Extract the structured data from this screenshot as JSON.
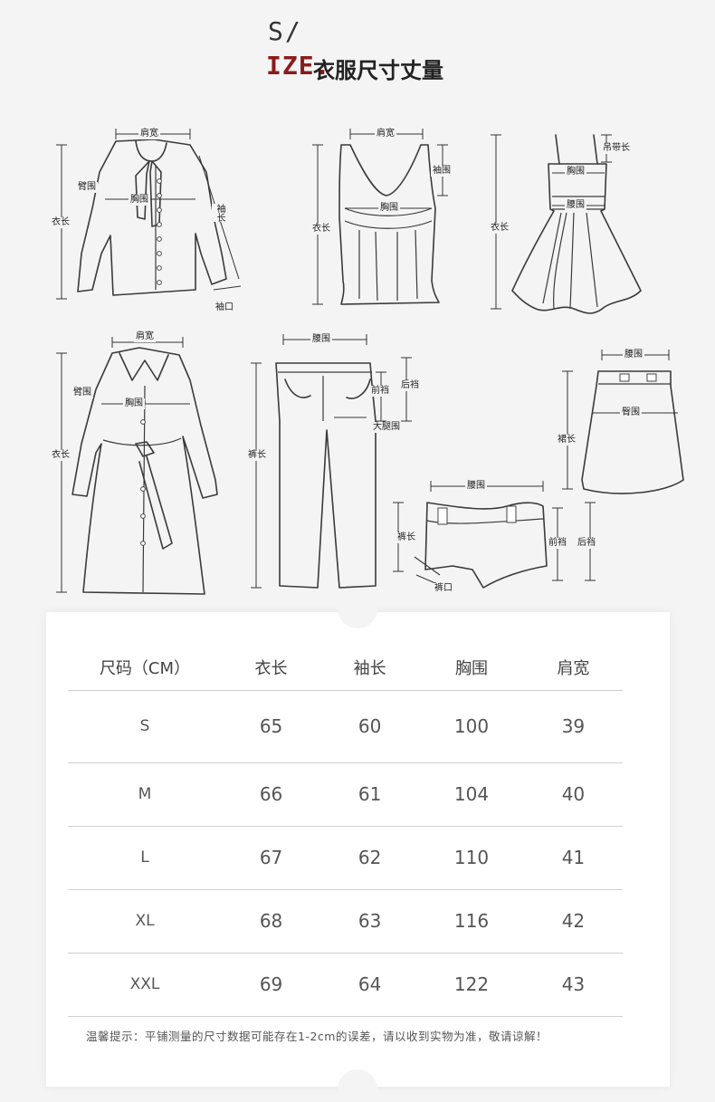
{
  "header": {
    "s": "S/",
    "ize": "IZE.",
    "title_cn": "衣服尺寸丈量"
  },
  "labels": {
    "shirt": {
      "shoulder": "肩宽",
      "arm": "臂围",
      "chest": "胸围",
      "length": "衣长",
      "sleeve": "袖长",
      "cuff": "袖口"
    },
    "vest": {
      "shoulder": "肩宽",
      "armhole": "袖围",
      "chest": "胸围",
      "length": "衣长"
    },
    "dress": {
      "strap": "吊带长",
      "chest": "胸围",
      "waist": "腰围",
      "length": "衣长"
    },
    "coat": {
      "shoulder": "肩宽",
      "arm": "臂围",
      "chest": "胸围",
      "length": "衣长"
    },
    "pants": {
      "waist": "腰围",
      "front_rise": "前裆",
      "back_rise": "后裆",
      "thigh": "大腿围",
      "length": "裤长"
    },
    "skirt": {
      "waist": "腰围",
      "hip": "臀围",
      "length": "裙长"
    },
    "shorts": {
      "waist": "腰围",
      "length": "裤长",
      "front_rise": "前裆",
      "back_rise": "后裆",
      "hem": "裤口"
    }
  },
  "table": {
    "headers": [
      "尺码（CM）",
      "衣长",
      "袖长",
      "胸围",
      "肩宽"
    ],
    "rows": [
      [
        "S",
        "65",
        "60",
        "100",
        "39"
      ],
      [
        "M",
        "66",
        "61",
        "104",
        "40"
      ],
      [
        "L",
        "67",
        "62",
        "110",
        "41"
      ],
      [
        "XL",
        "68",
        "63",
        "116",
        "42"
      ],
      [
        "XXL",
        "69",
        "64",
        "122",
        "43"
      ]
    ]
  },
  "note": "温馨提示：平铺测量的尺寸数据可能存在1-2cm的误差，请以收到实物为准，敬请谅解！"
}
